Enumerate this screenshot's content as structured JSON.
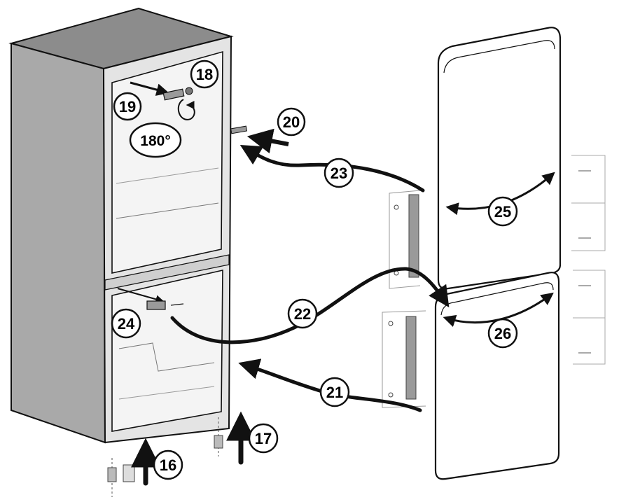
{
  "callouts": {
    "c16": "16",
    "c17": "17",
    "c18": "18",
    "c19": "19",
    "c20": "20",
    "c21": "21",
    "c22": "22",
    "c23": "23",
    "c24": "24",
    "c25": "25",
    "c26": "26",
    "rotation": "180°"
  },
  "colors": {
    "line": "#111111",
    "body_side": "#a9a9a9",
    "body_top": "#8c8c8c",
    "body_front": "#e4e4e4",
    "interior": "#f4f4f4",
    "door": "#ffffff",
    "hinge": "#9a9a9a"
  }
}
